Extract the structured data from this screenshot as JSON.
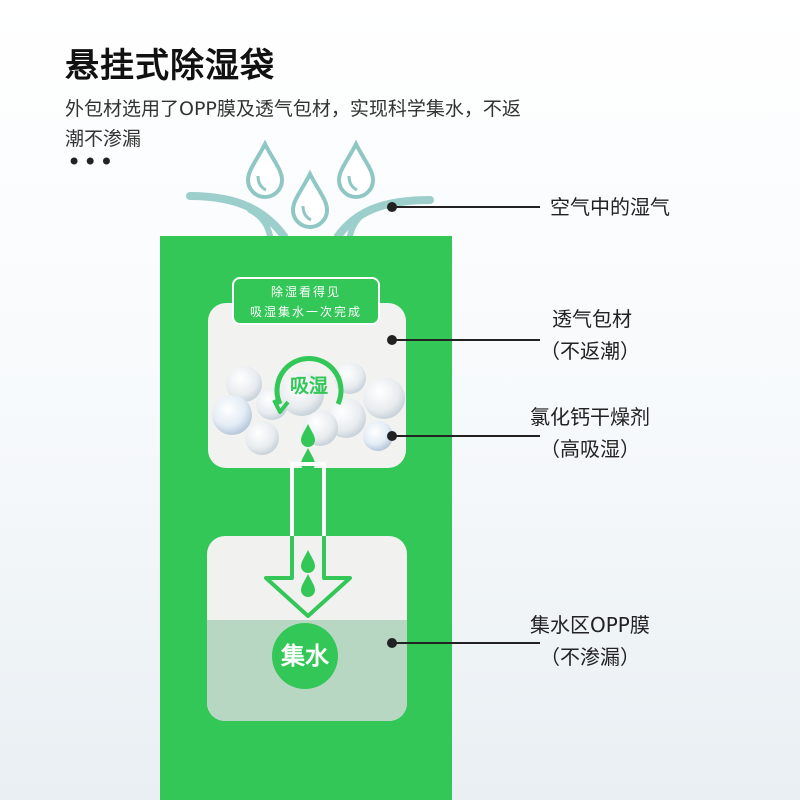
{
  "title": "悬挂式除湿袋",
  "subtitle": "外包材选用了OPP膜及透气包材，实现科学集水，不返潮不渗漏",
  "dots": "•••",
  "banner": {
    "line1": "除湿看得见",
    "line2": "吸湿集水一次完成"
  },
  "badge_absorb": "吸湿",
  "badge_collect": "集水",
  "labels": {
    "moisture": "空气中的湿气",
    "breathable": "透气包材",
    "breathable_sub": "（不返潮）",
    "desiccant": "氯化钙干燥剂",
    "desiccant_sub": "（高吸湿）",
    "collect": "集水区OPP膜",
    "collect_sub": "（不渗漏）"
  },
  "colors": {
    "bag_green": "#33c758",
    "water": "#b8d7c2",
    "teal_stroke": "#8fc7c4"
  },
  "icons": [
    "water-drop-icon",
    "moisture-wave-icon",
    "down-arrow-icon"
  ]
}
